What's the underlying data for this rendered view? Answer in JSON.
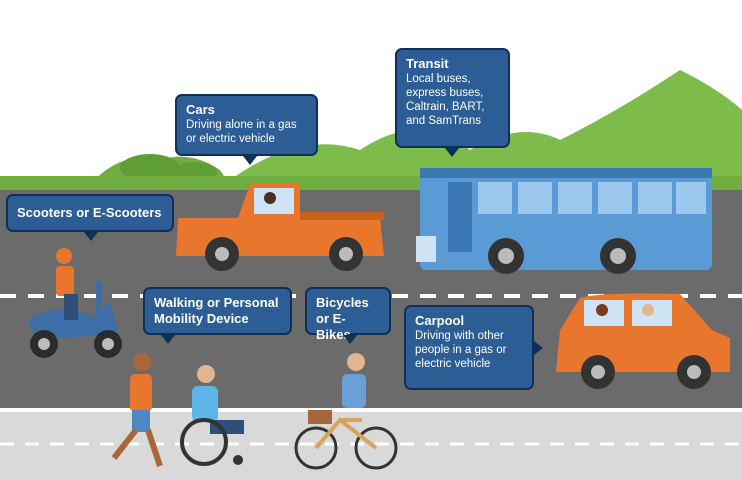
{
  "callouts": {
    "transit": {
      "title": "Transit",
      "desc_lines": [
        "Local buses,",
        "express buses,",
        "Caltrain, BART,",
        "and SamTrans"
      ]
    },
    "cars": {
      "title": "Cars",
      "desc_lines": [
        "Driving alone in a gas",
        "or electric vehicle"
      ]
    },
    "scooters": {
      "title": "Scooters or E-Scooters"
    },
    "walking": {
      "title_lines": [
        "Walking or Personal",
        "Mobility Device"
      ]
    },
    "bicycles": {
      "title_lines": [
        "Bicycles",
        "or E-Bikes"
      ]
    },
    "carpool": {
      "title": "Carpool",
      "desc_lines": [
        "Driving with other",
        "people in a gas or",
        "electric vehicle"
      ]
    }
  },
  "colors": {
    "callout_fill": "#2c5d94",
    "callout_border": "#0f2f57",
    "road": "#6b6b6b",
    "sidewalk": "#d9d9d9",
    "grass": "#6fae3f",
    "hills": "#7dbb4b",
    "bus": "#5b9bd5",
    "car_orange": "#e8762c",
    "scooter": "#3e6ea8"
  },
  "icons": [
    "hills-illustration",
    "bus-illustration",
    "pickup-truck-illustration",
    "scooter-illustration",
    "carpool-car-illustration",
    "pedestrian-illustration",
    "wheelchair-user-illustration",
    "cyclist-illustration"
  ]
}
